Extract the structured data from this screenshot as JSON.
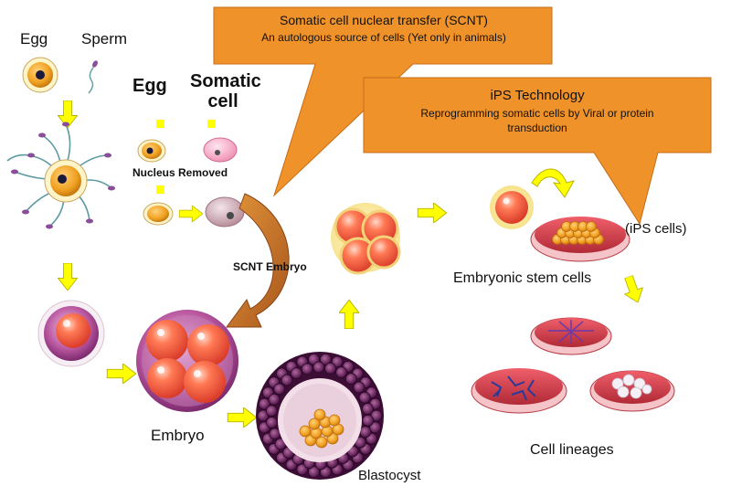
{
  "labels": {
    "egg": "Egg",
    "sperm": "Sperm",
    "egg_bold": "Egg",
    "somatic_cell": "Somatic cell",
    "nucleus_removed": "Nucleus Removed",
    "scnt_embryo": "SCNT Embryo",
    "embryo": "Embryo",
    "blastocyst": "Blastocyst",
    "embryonic_stem_cells": "Embryonic stem cells",
    "ips_cells": "(iPS cells)",
    "cell_lineages": "Cell lineages"
  },
  "callouts": {
    "scnt": {
      "title": "Somatic cell nuclear transfer (SCNT)",
      "subtitle": "An autologous source of cells (Yet only  in animals)"
    },
    "ips": {
      "title": "iPS Technology",
      "subtitle": "Reprogramming somatic cells  by Viral or protein transduction"
    }
  },
  "colors": {
    "callout_fill": "#f0922a",
    "arrow_yellow": "#ffff00",
    "arrow_brown": "#c06a1e",
    "dish_red": "#d94a55"
  }
}
